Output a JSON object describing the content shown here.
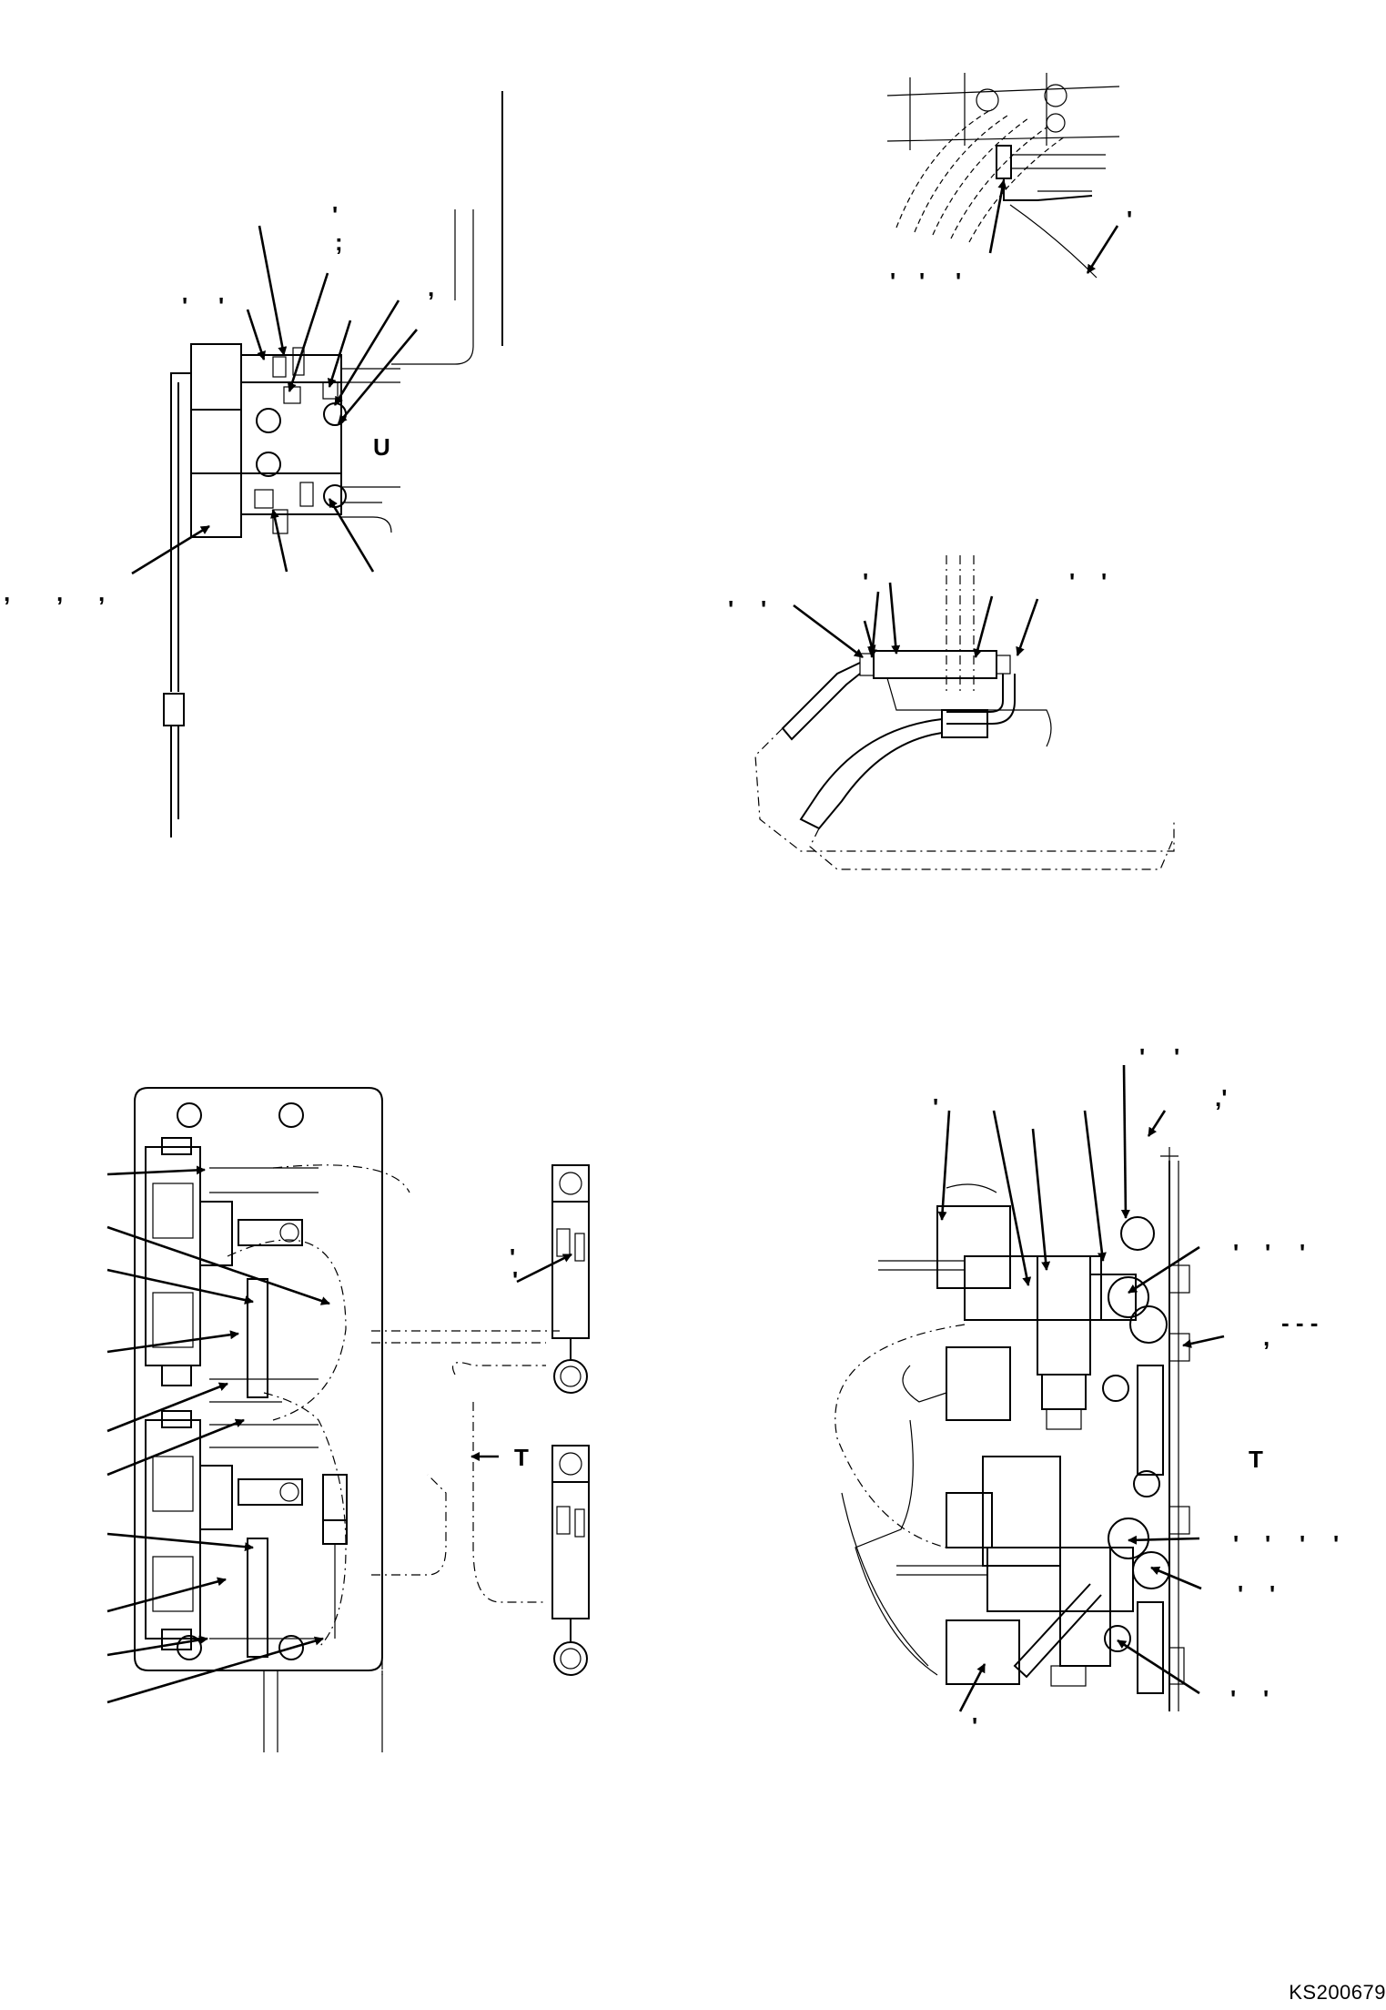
{
  "sheet_code": "KS200679",
  "views": [
    {
      "id": "upper-left",
      "label": "U"
    },
    {
      "id": "upper-right",
      "label": ""
    },
    {
      "id": "middle-right",
      "label": ""
    },
    {
      "id": "lower-left",
      "label": "T"
    },
    {
      "id": "lower-right",
      "label": "T"
    }
  ]
}
